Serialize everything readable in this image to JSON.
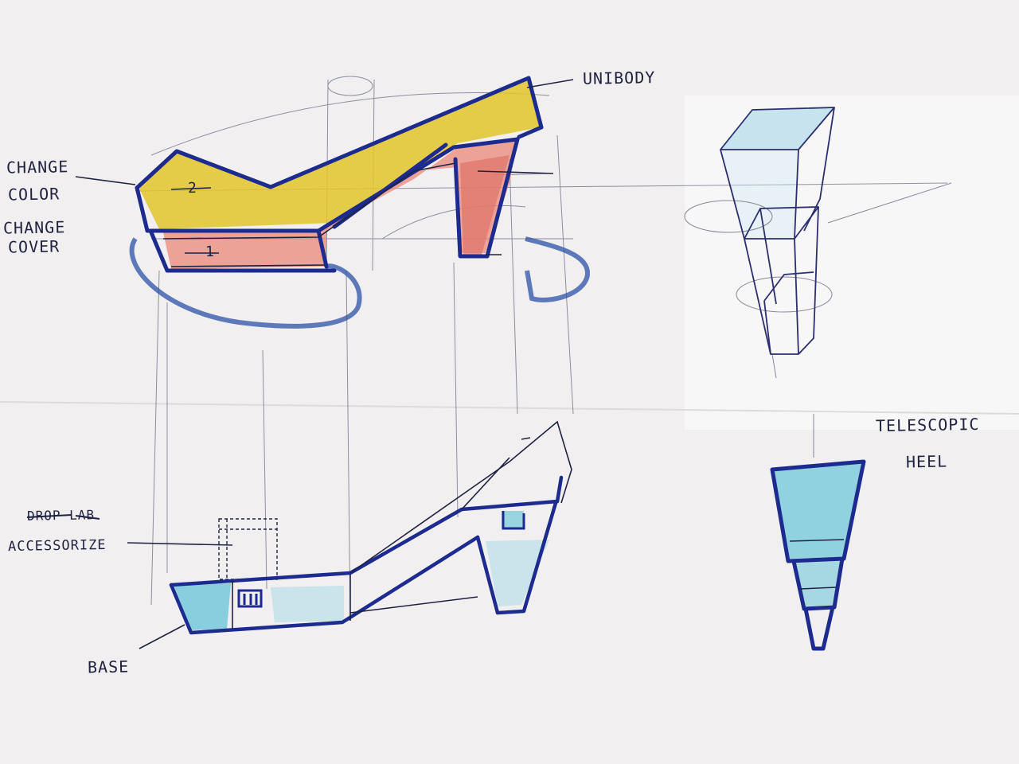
{
  "labels": {
    "unibody": "UNIBODY",
    "change_color_1": "CHANGE",
    "change_color_2": "COLOR",
    "change_cover_1": "CHANGE",
    "change_cover_2": "COVER",
    "strike": "DROP LAB",
    "accessorize": "ACCESSORIZE",
    "base": "BASE",
    "telescopic": "TELESCOPIC",
    "heel": "HEEL",
    "part_1": "1",
    "part_2": "2"
  },
  "colors": {
    "paper": "#f1eff0",
    "ink": "#1f2340",
    "marker": "#1d2b8f",
    "yellow": "#e3c62a",
    "red": "#e9887a",
    "cyan": "#5cc1d6"
  }
}
